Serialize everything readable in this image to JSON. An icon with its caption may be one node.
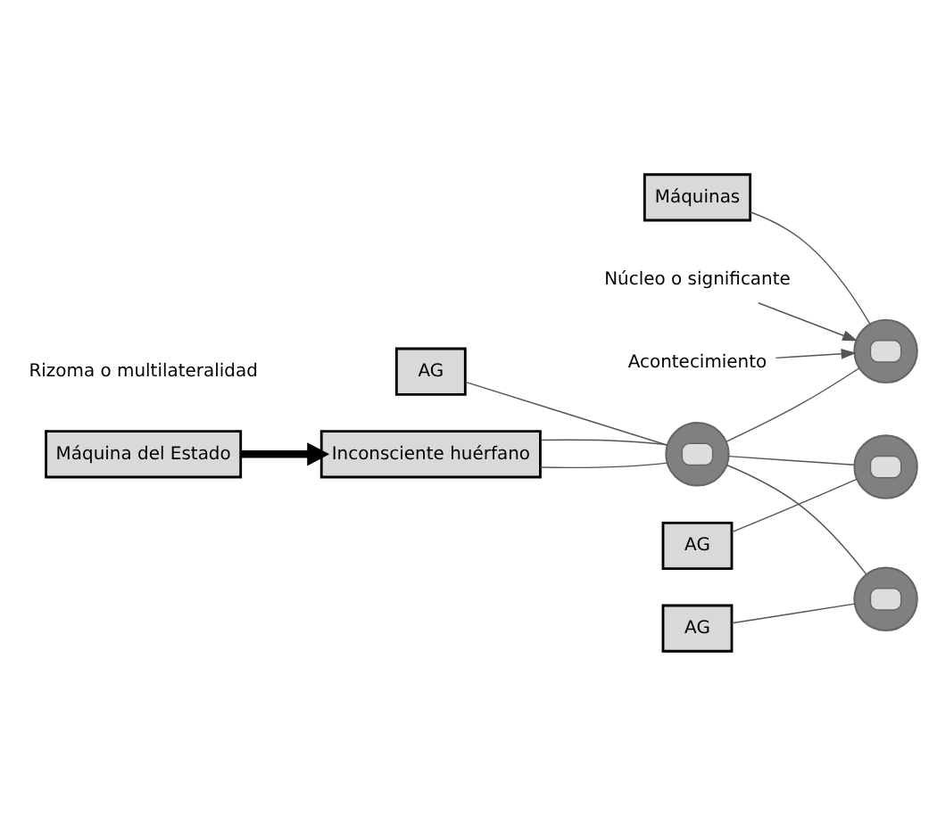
{
  "diagram": {
    "nodes": [
      {
        "text": [
          "Máquinas"
        ]
      },
      {
        "text": [],
        "shape": "circle"
      },
      {
        "text": [
          "Núcleo o significante"
        ]
      },
      {
        "text": [
          "Acontecimiento"
        ]
      },
      {
        "text": [
          "AG"
        ]
      },
      {
        "text": [],
        "shape": "circle"
      },
      {
        "text": [],
        "shape": "circle"
      },
      {
        "text": [
          "Inconsciente huérfano"
        ]
      },
      {
        "text": [],
        "shape": "circle"
      },
      {
        "text": [
          "AG"
        ]
      },
      {
        "text": [
          "AG"
        ]
      },
      {
        "text": [
          "Máquina del Estado"
        ]
      }
    ],
    "edges": [
      {
        "from": 0,
        "to": 1,
        "arrow": "none"
      },
      {
        "from": 2,
        "to": 1,
        "arrow": "to"
      },
      {
        "from": 3,
        "to": 1,
        "arrow": "to"
      },
      {
        "from": 4,
        "to": 5,
        "arrow": "none"
      },
      {
        "from": 7,
        "to": 5,
        "arrow": "none"
      },
      {
        "from": 7,
        "to": 5,
        "arrow": "none"
      },
      {
        "from": 5,
        "to": 1,
        "arrow": "none"
      },
      {
        "from": 5,
        "to": 6,
        "arrow": "none"
      },
      {
        "from": 5,
        "to": 8,
        "arrow": "none"
      },
      {
        "from": 9,
        "to": 6,
        "arrow": "none"
      },
      {
        "from": 10,
        "to": 8,
        "arrow": "none"
      },
      {
        "from": 11,
        "to": 7,
        "arrow": "to",
        "style": "thick",
        "color": "#000000"
      }
    ],
    "labels": [
      "Rizoma o multilateralidad"
    ]
  }
}
